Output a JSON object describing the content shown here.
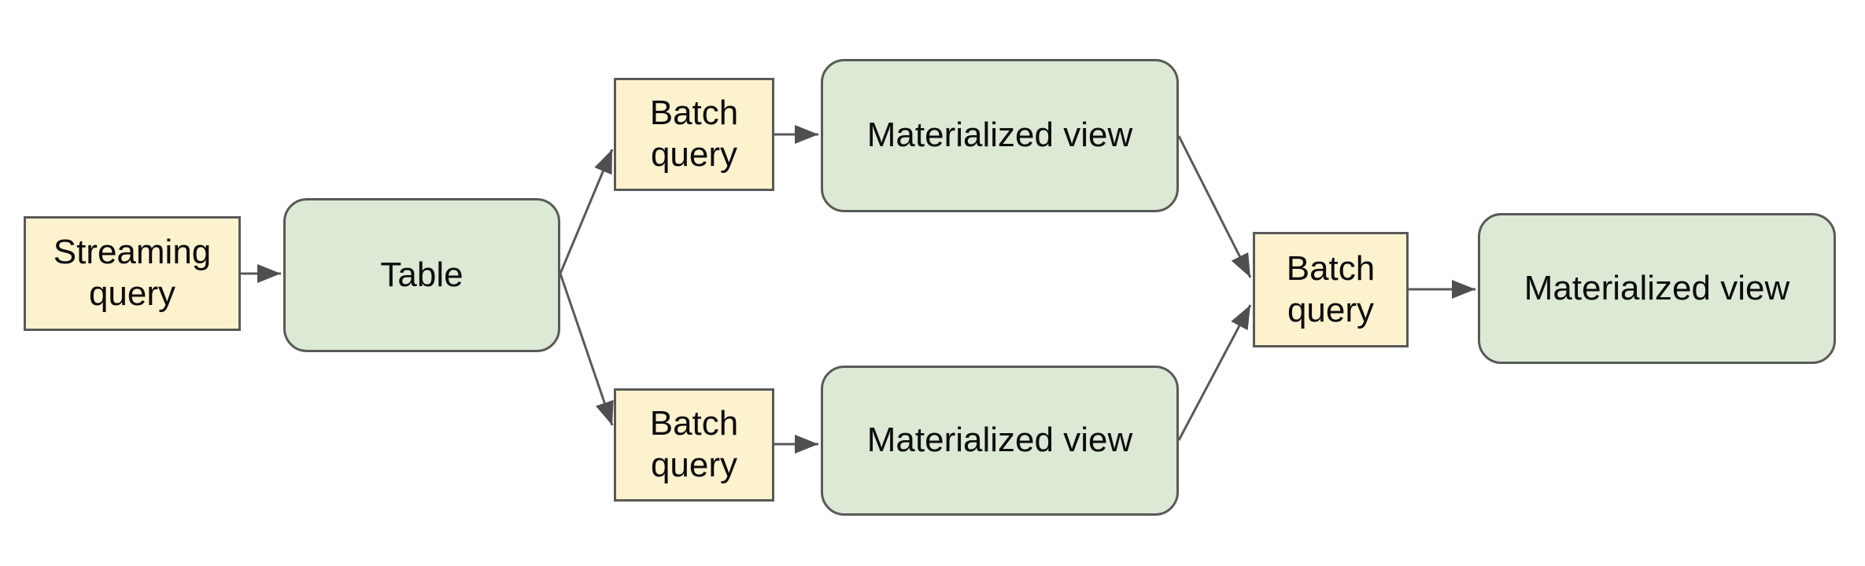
{
  "diagram": {
    "type": "flowchart",
    "background": "#ffffff",
    "colors": {
      "query_node_fill": "#FDF2CE",
      "data_node_fill": "#DBE9D5",
      "node_border": "#595959",
      "connector": "#595959",
      "text": "#0d0d0d"
    },
    "nodes": {
      "streaming_query": {
        "label": "Streaming query",
        "kind": "query"
      },
      "table": {
        "label": "Table",
        "kind": "data"
      },
      "batch_query_top": {
        "label": "Batch query",
        "kind": "query"
      },
      "materialized_view_top": {
        "label": "Materialized view",
        "kind": "data"
      },
      "batch_query_bottom": {
        "label": "Batch query",
        "kind": "query"
      },
      "materialized_view_bottom": {
        "label": "Materialized view",
        "kind": "data"
      },
      "batch_query_final": {
        "label": "Batch query",
        "kind": "query"
      },
      "materialized_view_final": {
        "label": "Materialized view",
        "kind": "data"
      }
    },
    "edges": [
      {
        "from": "streaming_query",
        "to": "table"
      },
      {
        "from": "table",
        "to": "batch_query_top"
      },
      {
        "from": "table",
        "to": "batch_query_bottom"
      },
      {
        "from": "batch_query_top",
        "to": "materialized_view_top"
      },
      {
        "from": "batch_query_bottom",
        "to": "materialized_view_bottom"
      },
      {
        "from": "materialized_view_top",
        "to": "batch_query_final"
      },
      {
        "from": "materialized_view_bottom",
        "to": "batch_query_final"
      },
      {
        "from": "batch_query_final",
        "to": "materialized_view_final"
      }
    ]
  }
}
